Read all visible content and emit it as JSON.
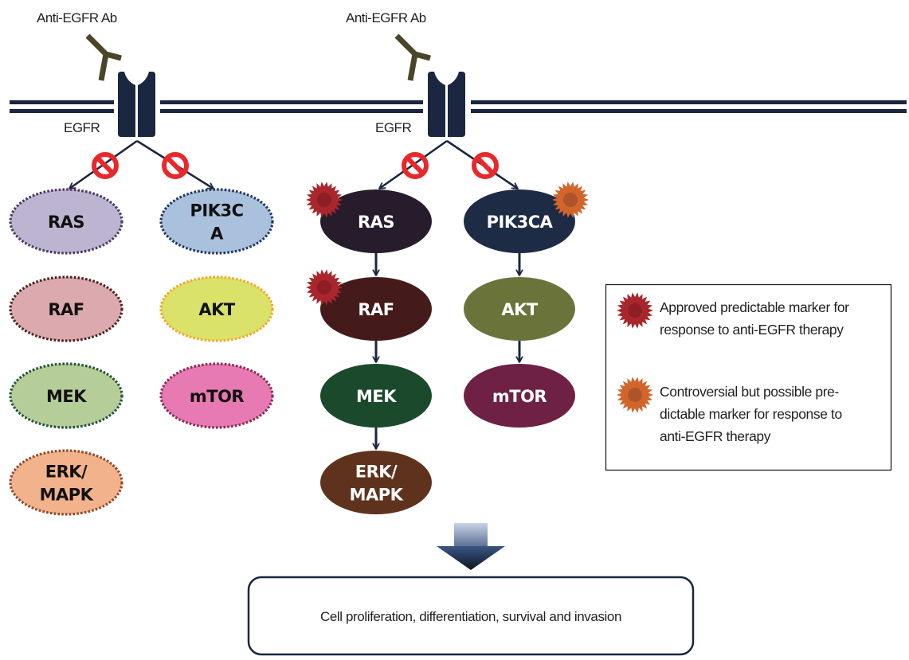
{
  "colors": {
    "membrane": "#1b2640",
    "receptor": "#1b2640",
    "antibody": "#4a4429",
    "arrow": "#1b2640",
    "inhibit": "#e8282b",
    "approved_marker": "#a8262c",
    "approved_marker_core": "#8a1c24",
    "controversial_marker": "#d2652b",
    "controversial_marker_core": "#a7512a"
  },
  "left_panel": {
    "antibody_label": "Anti-EGFR Ab",
    "receptor_label": "EGFR",
    "nodes": [
      {
        "id": "ras",
        "lines": [
          "RAS"
        ],
        "fill": "#bdb4d2",
        "border": "#4c3b5c",
        "text": "#111111"
      },
      {
        "id": "pik3ca",
        "lines": [
          "PIK3C",
          "A"
        ],
        "fill": "#a9c1dd",
        "border": "#22375e",
        "text": "#111111"
      },
      {
        "id": "raf",
        "lines": [
          "RAF"
        ],
        "fill": "#dcaaae",
        "border": "#4b2424",
        "text": "#111111"
      },
      {
        "id": "akt",
        "lines": [
          "AKT"
        ],
        "fill": "#dbe26a",
        "border": "#f2a82a",
        "text": "#111111"
      },
      {
        "id": "mek",
        "lines": [
          "MEK"
        ],
        "fill": "#b5cd99",
        "border": "#24533a",
        "text": "#111111"
      },
      {
        "id": "mtor",
        "lines": [
          "mTOR"
        ],
        "fill": "#e77ab2",
        "border": "#8c2a55",
        "text": "#111111"
      },
      {
        "id": "erk",
        "lines": [
          "ERK/",
          "MAPK"
        ],
        "fill": "#f2b38c",
        "border": "#8f4a2c",
        "text": "#111111"
      }
    ]
  },
  "right_panel": {
    "antibody_label": "Anti-EGFR Ab",
    "receptor_label": "EGFR",
    "nodes": [
      {
        "id": "ras",
        "lines": [
          "RAS"
        ],
        "fill": "#261c2b",
        "text": "#ffffff",
        "marker": "approved"
      },
      {
        "id": "pik3ca",
        "lines": [
          "PIK3CA"
        ],
        "fill": "#1e2b45",
        "text": "#ffffff",
        "marker": "controversial"
      },
      {
        "id": "raf",
        "lines": [
          "RAF"
        ],
        "fill": "#451a1b",
        "text": "#ffffff",
        "marker": "approved"
      },
      {
        "id": "akt",
        "lines": [
          "AKT"
        ],
        "fill": "#6a743a",
        "text": "#ffffff",
        "marker": null
      },
      {
        "id": "mek",
        "lines": [
          "MEK"
        ],
        "fill": "#1a4a2b",
        "text": "#ffffff",
        "marker": null
      },
      {
        "id": "mtor",
        "lines": [
          "mTOR"
        ],
        "fill": "#6e2045",
        "text": "#ffffff",
        "marker": null
      },
      {
        "id": "erk",
        "lines": [
          "ERK/",
          "MAPK"
        ],
        "fill": "#5e321d",
        "text": "#ffffff",
        "marker": null
      }
    ],
    "pathways": [
      [
        "ras",
        "raf",
        "mek",
        "erk"
      ],
      [
        "pik3ca",
        "akt",
        "mtor"
      ]
    ]
  },
  "legend": {
    "items": [
      {
        "marker": "approved",
        "lines": [
          "Approved predictable marker for",
          "response to anti-EGFR therapy"
        ]
      },
      {
        "marker": "controversial",
        "lines": [
          "Controversial but possible pre-",
          "dictable marker for response to",
          "anti-EGFR therapy"
        ]
      }
    ]
  },
  "outcome": {
    "label": "Cell proliferation, differentiation, survival and invasion"
  }
}
